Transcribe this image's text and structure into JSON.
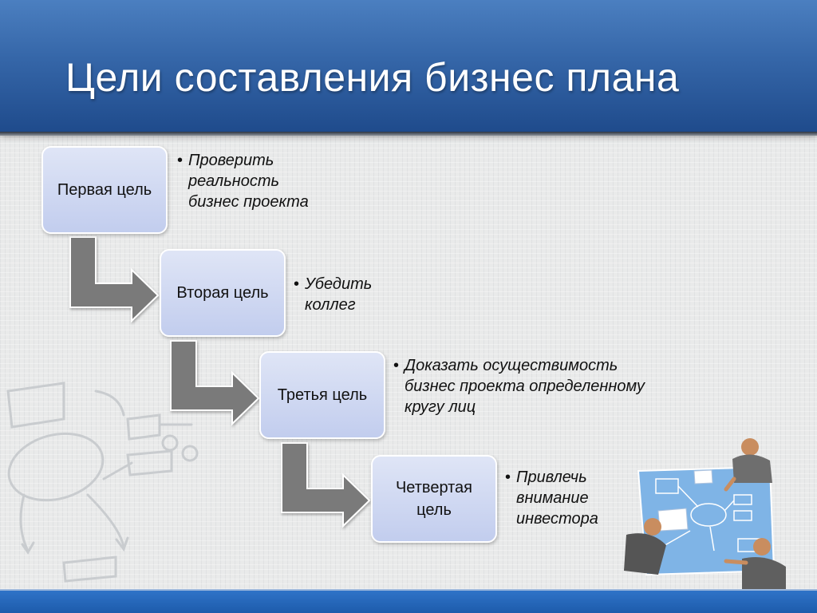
{
  "slide": {
    "title": "Цели составления бизнес плана"
  },
  "colors": {
    "header": "#3566a8",
    "box_fill": "#c8d2ef",
    "box_border": "#ffffff",
    "arrow": "#7a7a7a",
    "footer": "#1f5fb0"
  },
  "steps": [
    {
      "label": "Первая цель",
      "description": "Проверить реальность бизнес проекта"
    },
    {
      "label": "Вторая цель",
      "description": "Убедить коллег"
    },
    {
      "label": "Третья цель",
      "description": "Доказать осуществимость бизнес проекта определенному кругу лиц"
    },
    {
      "label": "Четвертая цель",
      "description": "Привлечь внимание инвестора"
    }
  ],
  "bullet_glyph": "•",
  "decor": {
    "sketch_icon": "flowchart-sketch-icon",
    "illustration_icon": "business-meeting-icon"
  }
}
